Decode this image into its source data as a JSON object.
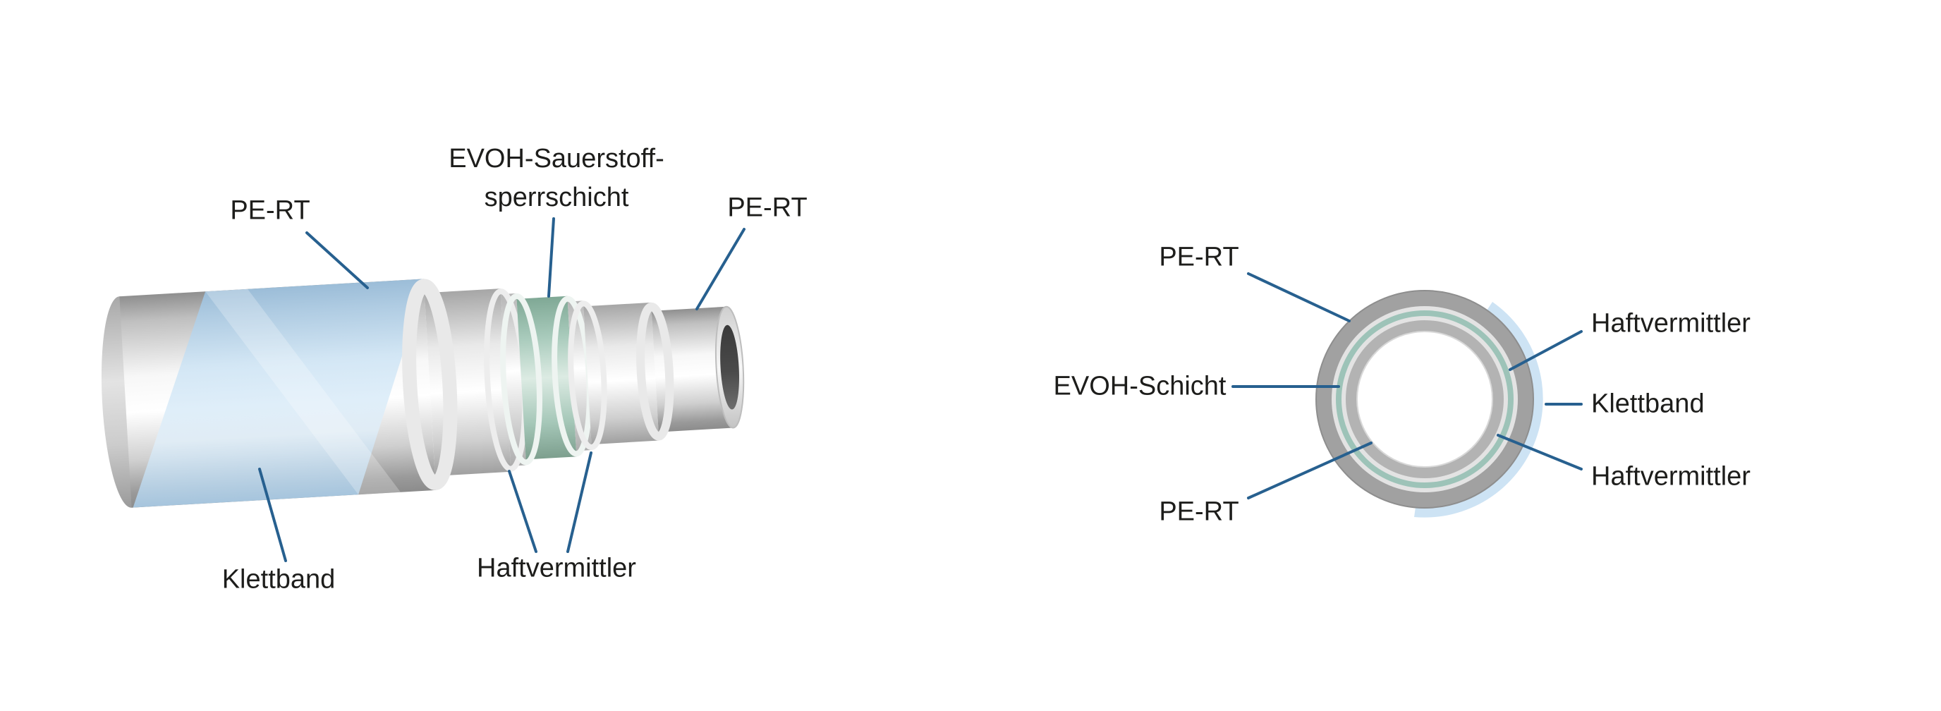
{
  "page": {
    "background": "#ffffff"
  },
  "colors": {
    "leader_blue": "#27608f",
    "evoh_green": "#9dc3b8",
    "klettband_blue": "#c8e0f2",
    "pipe_gray": "#a1a1a1",
    "text": "#1d1d1b"
  },
  "cutaway_diagram": {
    "labels": {
      "pe_rt_outer": "PE-RT",
      "evoh_barrier": "EVOH-Sauerstoff-\nsperrschicht",
      "pe_rt_inner": "PE-RT",
      "klettband": "Klettband",
      "haftvermittler": "Haftvermittler"
    }
  },
  "cross_section_diagram": {
    "labels": {
      "pe_rt_outer": "PE-RT",
      "evoh_layer": "EVOH-Schicht",
      "pe_rt_inner": "PE-RT",
      "haftvermittler_outer": "Haftvermittler",
      "klettband": "Klettband",
      "haftvermittler_inner": "Haftvermittler"
    }
  }
}
